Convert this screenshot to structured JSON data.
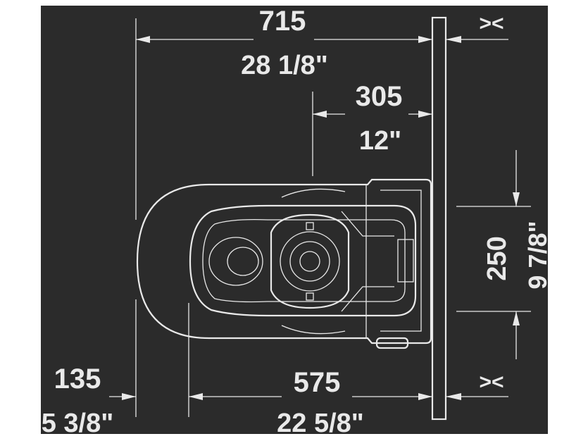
{
  "colors": {
    "background": "#2b2b2b",
    "ink": "#e9e9e9",
    "page": "#ffffff"
  },
  "dimensions": {
    "overall_length": {
      "mm": "715",
      "inch": "28 1/8\""
    },
    "rough_in": {
      "mm": "305",
      "inch": "12\""
    },
    "bowl_length": {
      "mm": "575",
      "inch": "22 5/8\""
    },
    "front_clearance": {
      "mm": "135",
      "inch": "5 3/8\""
    },
    "width_250": {
      "mm": "250",
      "inch": "9 7/8\""
    }
  },
  "icons": {
    "wall_marker_top": "><",
    "wall_marker_bottom": "><"
  }
}
